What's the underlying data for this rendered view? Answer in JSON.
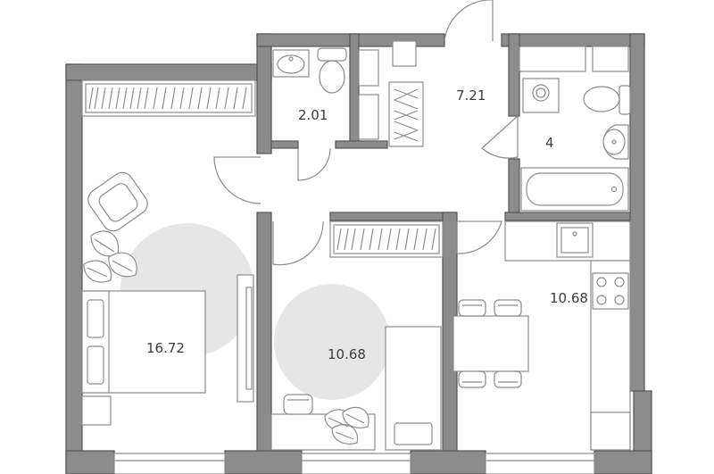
{
  "rooms": [
    {
      "id": "living",
      "area": "16.72"
    },
    {
      "id": "bathroom-small",
      "area": "2.01"
    },
    {
      "id": "hall",
      "area": "7.21"
    },
    {
      "id": "bathroom",
      "area": "4"
    },
    {
      "id": "bedroom",
      "area": "10.68"
    },
    {
      "id": "kitchen",
      "area": "10.68"
    }
  ],
  "colors": {
    "wall": "#8c8c8c",
    "accent_circle": "#e6e6e6",
    "label": "#3a3a3a"
  }
}
